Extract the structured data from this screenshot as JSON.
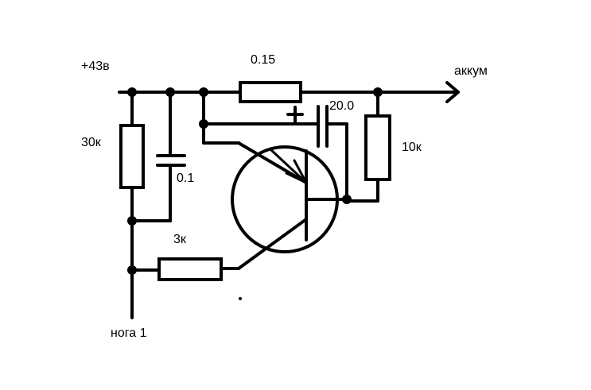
{
  "labels": {
    "supply": "+43в",
    "r_top": "0.15",
    "output": "аккум",
    "r_left": "30к",
    "cap_small": "0.1",
    "cap_large": "20.0",
    "cap_polarity": "+",
    "r_right": "10к",
    "r_base": "3к",
    "pin": "нога 1"
  },
  "icons": {
    "transistor": "pnp-transistor-icon",
    "capacitor": "capacitor-icon",
    "resistor": "resistor-icon",
    "arrow": "arrow-right-icon"
  }
}
